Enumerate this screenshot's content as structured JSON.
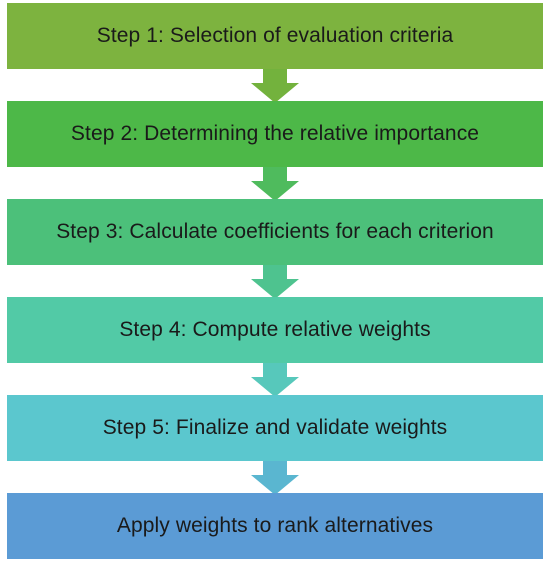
{
  "steps": [
    {
      "label": "Step 1: Selection of evaluation criteria",
      "color": "#7DB33F"
    },
    {
      "label": "Step 2: Determining the relative importance",
      "color": "#4DB848"
    },
    {
      "label": "Step 3: Calculate coefficients for each criterion",
      "color": "#4CC07A"
    },
    {
      "label": "Step 4: Compute relative weights",
      "color": "#52CAA6"
    },
    {
      "label": "Step 5: Finalize and validate weights",
      "color": "#5BC7CE"
    },
    {
      "label": "Apply weights to rank alternatives",
      "color": "#5B9BD5"
    }
  ],
  "arrow_colors": [
    "#73B23D",
    "#4FBB5D",
    "#4EC38F",
    "#57C8BB",
    "#5AB6D0"
  ]
}
